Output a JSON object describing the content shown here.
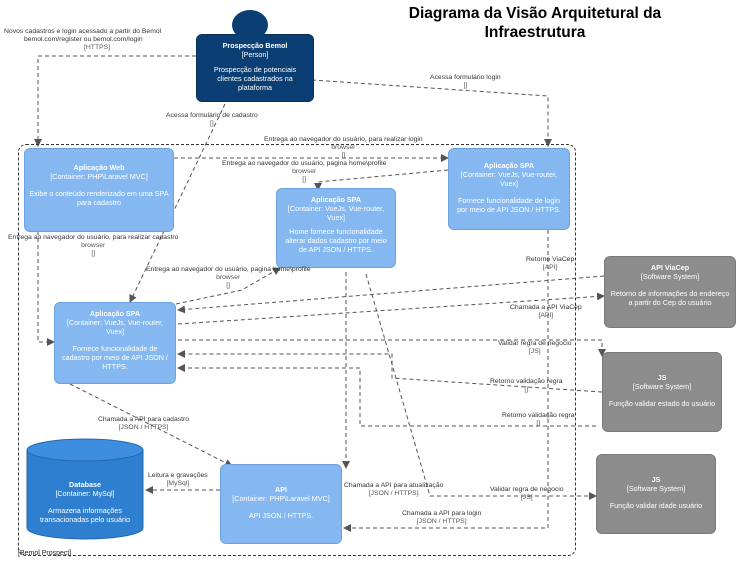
{
  "title": {
    "line1": "Diagrama da Visão Arquitetural da",
    "line2": "Infraestrutura"
  },
  "boundary_label": "[Bemol Prospect]",
  "nodes": {
    "person": {
      "name": "Prospecção Bemol",
      "type": "[Person]",
      "desc": "Prospecção de potenciais clientes cadastrados na plataforma"
    },
    "web_app": {
      "name": "Aplicação Web",
      "type": "[Container: PHP\\Laravel MVC]",
      "desc": "Exibe o conteúdo renderizado em uma SPA para cadastro"
    },
    "spa_home": {
      "name": "Aplicação SPA",
      "type": "[Container: VueJs, Vue-router, Vuex]",
      "desc": "Home fornece funcionalidade alterar dados cadastro por meio de API JSON / HTTPS."
    },
    "spa_login": {
      "name": "Aplicação SPA",
      "type": "[Container: VueJs, Vue-router, Vuex]",
      "desc": "Fornece funcionalidade de login por meio de API JSON / HTTPS."
    },
    "spa_cadastro": {
      "name": "Aplicação SPA",
      "type": "[Container: VueJs, Vue-router, Vuex]",
      "desc": "Fornece funcionalidade de cadastro por meio de API JSON / HTTPS."
    },
    "api": {
      "name": "API",
      "type": "[Container: PHP\\Laravel MVC]",
      "desc": "API JSON / HTTPS."
    },
    "database": {
      "name": "Database",
      "type": "[Container: MySql]",
      "desc": "Armazena informações transacionadas pelo usuário"
    },
    "viacep": {
      "name": "API ViaCep",
      "type": "[Software System]",
      "desc": "Retorno de informações do endereço a partir do Cep do usuário"
    },
    "js_estado": {
      "name": "JS",
      "type": "[Software System]",
      "desc": "Função validar estado do usuário"
    },
    "js_idade": {
      "name": "JS",
      "type": "[Software System]",
      "desc": "Função validar idade usuário"
    }
  },
  "edges": {
    "e1": {
      "text": "Novos cadastros e login acessado a partir do Bemol",
      "text2": "bemol.com/register ou bemol.com/login",
      "tech": "[HTTPS]"
    },
    "e2": {
      "text": "Acessa formulário login",
      "tech": "[]"
    },
    "e3": {
      "text": "Acessa formulário de cadastro",
      "tech": "[]"
    },
    "e4": {
      "text": "Entrega ao navegador do usuário, para realizar login",
      "text2": "browser",
      "tech": "[]"
    },
    "e5": {
      "text": "Entrega ao navegador do usuário, pagina home\\profile",
      "text2": "browser",
      "tech": "[]"
    },
    "e6": {
      "text": "Entrega ao navegador do usuário, para realizar cadastro",
      "text2": "browser",
      "tech": "[]"
    },
    "e7": {
      "text": "Entrega ao navegador do usuário, pagina home\\profile",
      "text2": "browser",
      "tech": "[]"
    },
    "e8": {
      "text": "Retorno ViaCep",
      "tech": "[API]"
    },
    "e9": {
      "text": "Chamada a API ViaCep",
      "tech": "[API]"
    },
    "e10": {
      "text": "Validar regra de negocio",
      "tech": "[JS]"
    },
    "e11": {
      "text": "Retorno validação regra",
      "tech": "[]"
    },
    "e12": {
      "text": "Retorno validação regra",
      "tech": "[]"
    },
    "e13": {
      "text": "Chamada a API para cadastro",
      "tech": "[JSON / HTTPS]"
    },
    "e14": {
      "text": "Leitura e gravações",
      "tech": "[MySql]"
    },
    "e15": {
      "text": "Chamada a API para atualização",
      "tech": "[JSON / HTTPS]"
    },
    "e16": {
      "text": "Validar regra de negocio",
      "tech": "[JS]"
    },
    "e17": {
      "text": "Chamada a API para login",
      "tech": "[JSON / HTTPS]"
    }
  },
  "colors": {
    "person": "#0b3f73",
    "container": "#85b8f0",
    "database": "#2f7fd0",
    "external": "#8c8c8c",
    "arrow": "#555555"
  }
}
